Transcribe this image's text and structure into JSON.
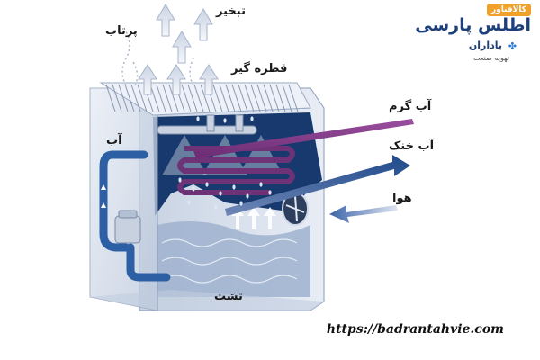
{
  "labels": {
    "evaporation": "تبخیر",
    "drift": "پرتاب",
    "drift_eliminator": "قطره گیر",
    "hot_water": "آب گرم",
    "cold_water": "آب خنک",
    "water": "آب",
    "air": "هوا",
    "basin": "تشت"
  },
  "logo": {
    "badge": "کالافناور",
    "title": "اطلس پارسی",
    "brand": "باداران",
    "tagline": "تهویه صنعت"
  },
  "website": "https://badrantahvie.com",
  "colors": {
    "hot_water": "#8a3f8f",
    "cold_water": "#2c5a9a",
    "water_pipe": "#2c5fa3",
    "tower_interior": "#17396e",
    "tower_glass": "#d6e0ee",
    "air_arrow": "#3c64a8"
  }
}
